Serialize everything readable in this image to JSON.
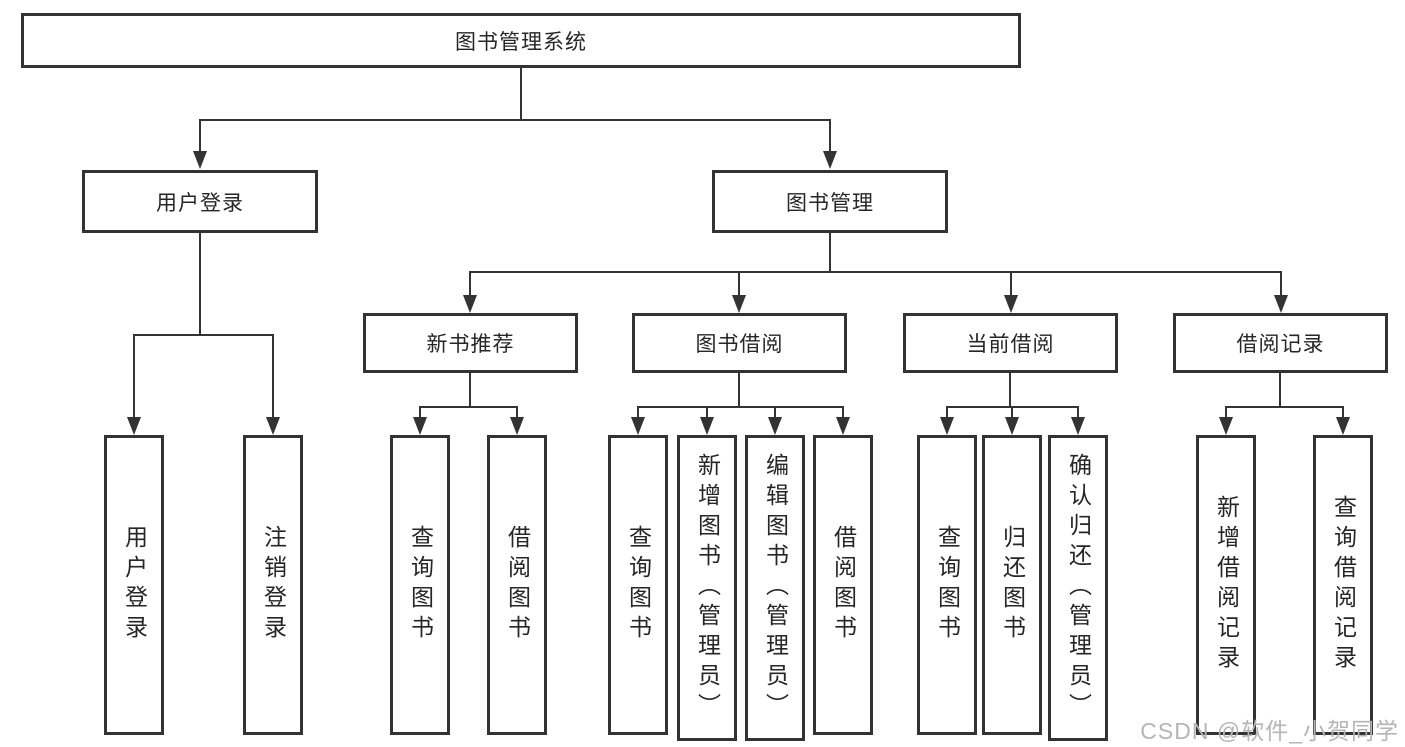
{
  "colors": {
    "line": "#333333",
    "text": "#262626",
    "watermark": "#b5b5b5",
    "background": "#ffffff"
  },
  "watermark": {
    "text": "CSDN @软件_小贺同学"
  },
  "diagram": {
    "root": {
      "label": "图书管理系统"
    },
    "branches": [
      {
        "label": "用户登录",
        "children": [
          {
            "label": "用户登录"
          },
          {
            "label": "注销登录"
          }
        ]
      },
      {
        "label": "图书管理",
        "sections": [
          {
            "label": "新书推荐",
            "children": [
              {
                "label": "查询图书"
              },
              {
                "label": "借阅图书"
              }
            ]
          },
          {
            "label": "图书借阅",
            "children": [
              {
                "label": "查询图书"
              },
              {
                "label": "新增图书（管理员）"
              },
              {
                "label": "编辑图书（管理员）"
              },
              {
                "label": "借阅图书"
              }
            ]
          },
          {
            "label": "当前借阅",
            "children": [
              {
                "label": "查询图书"
              },
              {
                "label": "归还图书"
              },
              {
                "label": "确认归还（管理员）"
              }
            ]
          },
          {
            "label": "借阅记录",
            "children": [
              {
                "label": "新增借阅记录"
              },
              {
                "label": "查询借阅记录"
              }
            ]
          }
        ]
      }
    ]
  }
}
